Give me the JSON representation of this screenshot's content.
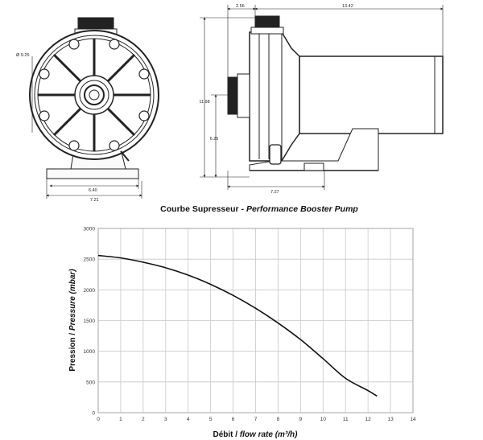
{
  "drawing": {
    "front_view": {
      "diameter_label": "Ø 9.25",
      "width_base_label": "6.40",
      "width_total_label": "7.21"
    },
    "side_view": {
      "top_inlet_label": "2.56",
      "length_label": "13.42",
      "height_label": "11.98",
      "shaft_height_label": "6.25",
      "base_length_label": "7.27"
    }
  },
  "chart_data": {
    "type": "line",
    "title_part1": "Courbe Supresseur -",
    "title_part2": "Performance Booster Pump",
    "xlabel_part1": "Débit",
    "xlabel_sep": " / ",
    "xlabel_part2": "flow rate (m³/h)",
    "ylabel_part1": "Pression",
    "ylabel_sep": "  /  ",
    "ylabel_part2": "Pressure (mbar)",
    "xlim": [
      0,
      14
    ],
    "ylim": [
      0,
      3000
    ],
    "xticks": [
      0,
      1,
      2,
      3,
      4,
      5,
      6,
      7,
      8,
      9,
      10,
      11,
      12,
      13,
      14
    ],
    "yticks": [
      0,
      500,
      1000,
      1500,
      2000,
      2500,
      3000
    ],
    "grid": true,
    "series": [
      {
        "x": [
          0,
          1,
          2,
          3,
          4,
          5,
          6,
          7,
          8,
          9,
          10,
          11,
          12,
          12.4
        ],
        "y": [
          2560,
          2520,
          2450,
          2360,
          2240,
          2090,
          1910,
          1700,
          1460,
          1190,
          880,
          560,
          360,
          270
        ]
      }
    ]
  }
}
